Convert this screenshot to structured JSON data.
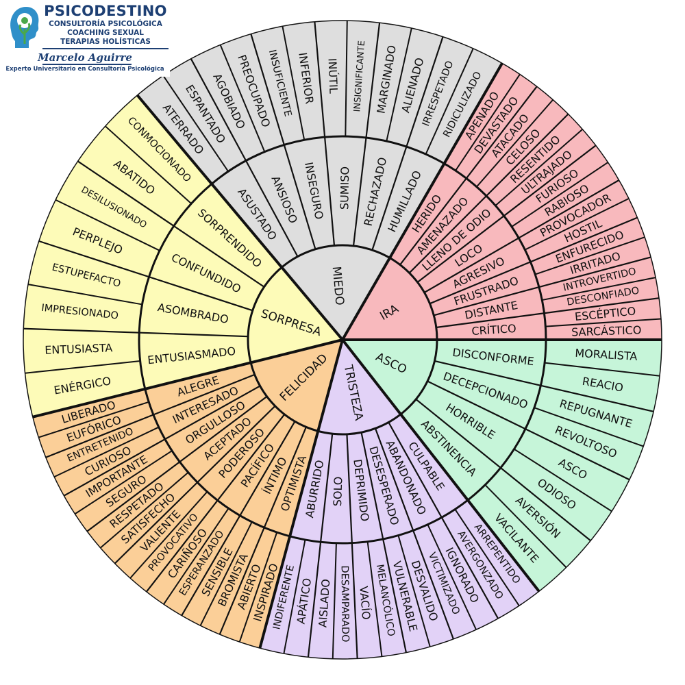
{
  "logo": {
    "brand": "PSICODESTINO",
    "line1": "CONSULTORÍA PSICOLÓGICA",
    "line2": "COACHING SEXUAL",
    "line3": "TERAPIAS HOLÍSTICAS",
    "signature": "Marcelo Aguirre",
    "subtitle": "Experto Universitario en Consultoría Psicológica",
    "brand_color": "#1d3f73",
    "icon": "head-profile-icon"
  },
  "wheel": {
    "emotions": [
      {
        "core": "IRA",
        "color": "#f8b9bd",
        "secondary": [
          {
            "label": "HERIDO",
            "tertiary": [
              "APENADO",
              "DEVASTADO"
            ]
          },
          {
            "label": "AMENAZADO",
            "tertiary": [
              "ATACADO",
              "CELOSO"
            ]
          },
          {
            "label": "LLENO DE ODIO",
            "tertiary": [
              "RESENTIDO",
              "ULTRAJADO"
            ]
          },
          {
            "label": "LOCO",
            "tertiary": [
              "FURIOSO",
              "RABIOSO"
            ]
          },
          {
            "label": "AGRESIVO",
            "tertiary": [
              "PROVOCADOR",
              "HOSTIL"
            ]
          },
          {
            "label": "FRUSTRADO",
            "tertiary": [
              "ENFURECIDO",
              "IRRITADO"
            ]
          },
          {
            "label": "DISTANTE",
            "tertiary": [
              "INTROVERTIDO",
              "DESCONFIADO"
            ]
          },
          {
            "label": "CRÍTICO",
            "tertiary": [
              "ESCÉPTICO",
              "SARCÁSTICO"
            ]
          }
        ]
      },
      {
        "core": "ASCO",
        "color": "#c6f5d9",
        "secondary": [
          {
            "label": "DISCONFORME",
            "tertiary": [
              "MORALISTA",
              "REACIO"
            ]
          },
          {
            "label": "DECEPCIONADO",
            "tertiary": [
              "REPUGNANTE",
              "REVOLTOSO"
            ]
          },
          {
            "label": "HORRIBLE",
            "tertiary": [
              "ASCO",
              "ODIOSO"
            ]
          },
          {
            "label": "ABSTINENCIA",
            "tertiary": [
              "AVERSIÓN",
              "VACILANTE"
            ]
          }
        ]
      },
      {
        "core": "TRISTEZA",
        "color": "#e2d2f7",
        "secondary": [
          {
            "label": "CULPABLE",
            "tertiary": [
              "ARREPENTIDO",
              "AVERGONZADO"
            ]
          },
          {
            "label": "ABANDONADO",
            "tertiary": [
              "IGNORADO",
              "VICTIMIZADO"
            ]
          },
          {
            "label": "DESESPERADO",
            "tertiary": [
              "DESVALIDO",
              "VULNERABLE"
            ]
          },
          {
            "label": "DEPRIMIDO",
            "tertiary": [
              "MELANCÓLICO",
              "VACÍO"
            ]
          },
          {
            "label": "SOLO",
            "tertiary": [
              "DESAMPARADO",
              "AISLADO"
            ]
          },
          {
            "label": "ABURRIDO",
            "tertiary": [
              "APÁTICO",
              "INDIFERENTE"
            ]
          }
        ]
      },
      {
        "core": "FELICIDAD",
        "color": "#fbcf98",
        "secondary": [
          {
            "label": "OPTIMISTA",
            "tertiary": [
              "INSPIRADO",
              "ABIERTO"
            ]
          },
          {
            "label": "ÍNTIMO",
            "tertiary": [
              "BROMISTA",
              "SENSIBLE"
            ]
          },
          {
            "label": "PACÍFICO",
            "tertiary": [
              "ESPERANZADO",
              "CARIÑOSO"
            ]
          },
          {
            "label": "PODEROSO",
            "tertiary": [
              "PROVOCATIVO",
              "VALIENTE"
            ]
          },
          {
            "label": "ACEPTADO",
            "tertiary": [
              "SATISFECHO",
              "RESPETADO"
            ]
          },
          {
            "label": "ORGULLOSO",
            "tertiary": [
              "SEGURO",
              "IMPORTANTE"
            ]
          },
          {
            "label": "INTERESADO",
            "tertiary": [
              "CURIOSO",
              "ENTRETENIDO"
            ]
          },
          {
            "label": "ALEGRE",
            "tertiary": [
              "EUFÓRICO",
              "LIBERADO"
            ]
          }
        ]
      },
      {
        "core": "SORPRESA",
        "color": "#fdfbb8",
        "secondary": [
          {
            "label": "ENTUSIASMADO",
            "tertiary": [
              "ENÉRGICO",
              "ENTUSIASTA"
            ]
          },
          {
            "label": "ASOMBRADO",
            "tertiary": [
              "IMPRESIONADO",
              "ESTUPEFACTO"
            ]
          },
          {
            "label": "CONFUNDIDO",
            "tertiary": [
              "PERPLEJO",
              "DESILUSIONADO"
            ]
          },
          {
            "label": "SORPRENDIDO",
            "tertiary": [
              "ABATIDO",
              "CONMOCIONADO"
            ]
          }
        ]
      },
      {
        "core": "MIEDO",
        "color": "#dedede",
        "secondary": [
          {
            "label": "ASUSTADO",
            "tertiary": [
              "ATERRADO",
              "ESPANTADO"
            ]
          },
          {
            "label": "ANSIOSO",
            "tertiary": [
              "AGOBIADO",
              "PREOCUPADO"
            ]
          },
          {
            "label": "INSEGURO",
            "tertiary": [
              "INSUFICIENTE",
              "INFERIOR"
            ]
          },
          {
            "label": "SUMISO",
            "tertiary": [
              "INÚTIL",
              "INSIGNIFICANTE"
            ]
          },
          {
            "label": "RECHAZADO",
            "tertiary": [
              "MARGINADO",
              "ALIENADO"
            ]
          },
          {
            "label": "HUMILLADO",
            "tertiary": [
              "IRRESPETADO",
              "RIDICULIZADO"
            ]
          }
        ]
      }
    ]
  }
}
